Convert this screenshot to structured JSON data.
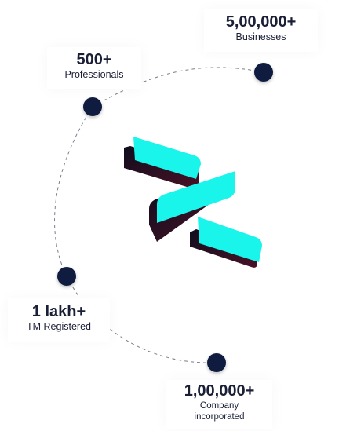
{
  "stats": [
    {
      "value": "500+",
      "label": "Professionals"
    },
    {
      "value": "5,00,000+",
      "label": "Businesses"
    },
    {
      "value": "1 lakh+",
      "label": "TM Registered"
    },
    {
      "value": "1,00,000+",
      "label_line1": "Company",
      "label_line2": "incorporated"
    }
  ],
  "colors": {
    "accent": "#19f5ea",
    "shadow": "#2a0f1a",
    "dot": "#0f1c3f",
    "text": "#1a1f36"
  },
  "icons": [
    "brand-logo-icon"
  ]
}
